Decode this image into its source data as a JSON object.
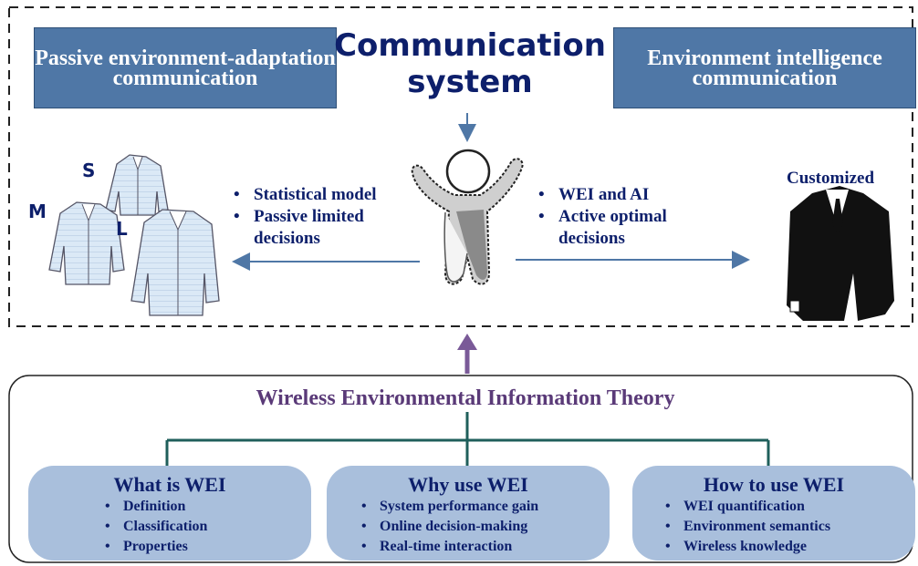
{
  "top_panel": {
    "left_banner": "Passive environment-adaptation communication",
    "title": "Communication system",
    "right_banner": "Environment intelligence communication",
    "left_bullets": [
      "Statistical model",
      "Passive limited decisions"
    ],
    "right_bullets": [
      "WEI and AI",
      "Active optimal decisions"
    ],
    "shirt_sizes": [
      "S",
      "M",
      "L"
    ],
    "customized_label": "Customized"
  },
  "bottom_panel": {
    "title": "Wireless Environmental Information Theory",
    "cards": [
      {
        "title": "What is WEI",
        "items": [
          "Definition",
          "Classification",
          "Properties"
        ]
      },
      {
        "title": "Why use WEI",
        "items": [
          "System performance gain",
          "Online decision-making",
          "Real-time interaction"
        ]
      },
      {
        "title": "How to use WEI",
        "items": [
          "WEI quantification",
          "Environment semantics",
          "Wireless knowledge"
        ]
      }
    ]
  },
  "colors": {
    "banner_fill": "#4f77a6",
    "text_navy": "#0d1f6b",
    "theory_purple": "#5a3a78",
    "card_fill": "#a9bfdc",
    "connector_teal": "#1f5f5b",
    "arrow_blue": "#4f77a6"
  }
}
